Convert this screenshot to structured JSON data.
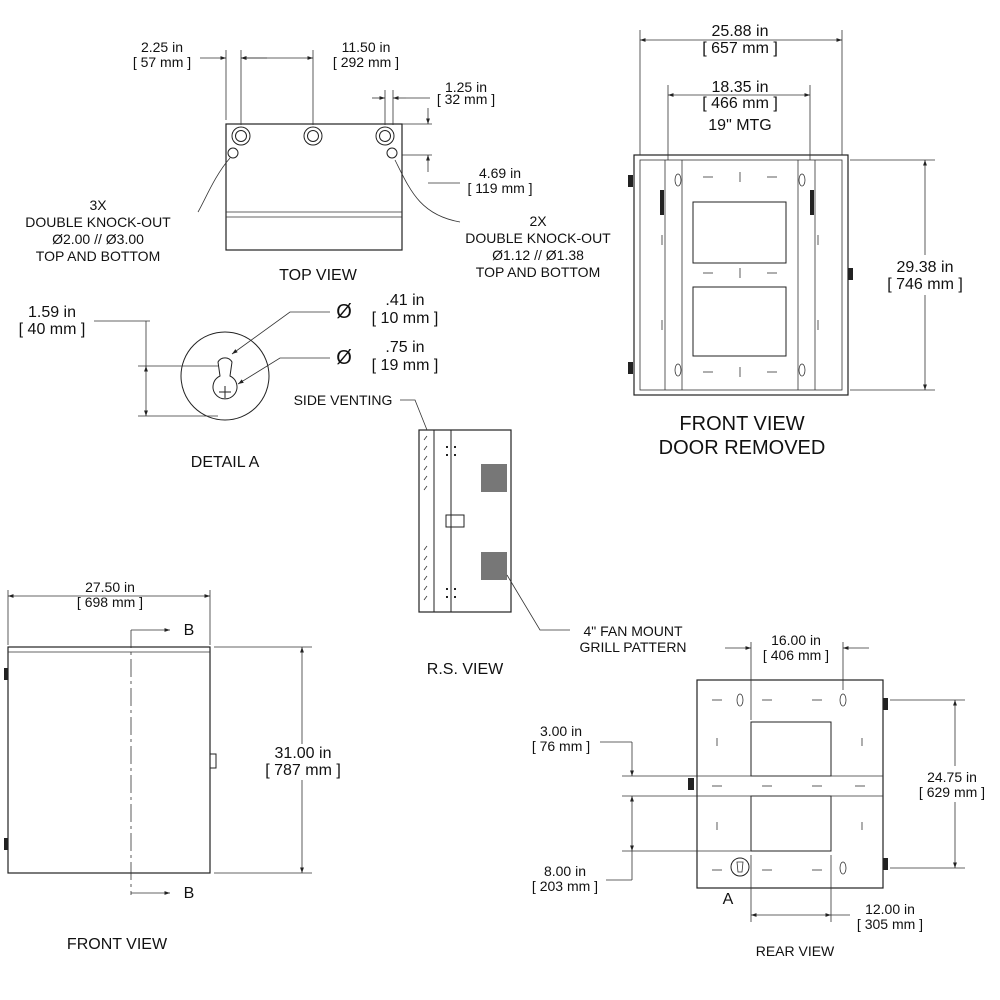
{
  "top_view": {
    "title": "TOP VIEW",
    "dim_left_in": "2.25 in",
    "dim_left_mm": "[ 57 mm ]",
    "dim_mid_in": "11.50 in",
    "dim_mid_mm": "[ 292 mm ]",
    "dim_right_in": "1.25 in",
    "dim_right_mm": "[ 32 mm ]",
    "dim_depth_in": "4.69 in",
    "dim_depth_mm": "[ 119 mm ]",
    "note_left": [
      "3X",
      "DOUBLE KNOCK-OUT",
      "Ø2.00 // Ø3.00",
      "TOP AND BOTTOM"
    ],
    "note_right": [
      "2X",
      "DOUBLE KNOCK-OUT",
      "Ø1.12 // Ø1.38",
      "TOP AND BOTTOM"
    ]
  },
  "front_view_door_removed": {
    "title_line1": "FRONT VIEW",
    "title_line2": "DOOR REMOVED",
    "dim_width_in": "25.88 in",
    "dim_width_mm": "[ 657 mm ]",
    "dim_mtg_in": "18.35 in",
    "dim_mtg_mm": "[ 466 mm ]",
    "mtg_label": "19\" MTG",
    "dim_height_in": "29.38 in",
    "dim_height_mm": "[ 746 mm ]"
  },
  "detail_a": {
    "title": "DETAIL A",
    "dim_in": "1.59 in",
    "dim_mm": "[ 40 mm ]",
    "dia1_symbol": "Ø",
    "dia1_in": ".41 in",
    "dia1_mm": "[ 10 mm ]",
    "dia2_symbol": "Ø",
    "dia2_in": ".75 in",
    "dia2_mm": "[ 19 mm ]"
  },
  "rs_view": {
    "title": "R.S. VIEW",
    "side_venting": "SIDE VENTING",
    "fan_line1": "4\" FAN MOUNT",
    "fan_line2": "GRILL PATTERN"
  },
  "front_view": {
    "title": "FRONT VIEW",
    "dim_width_in": "27.50 in",
    "dim_width_mm": "[ 698 mm ]",
    "dim_height_in": "31.00 in",
    "dim_height_mm": "[ 787 mm ]",
    "section_label": "B"
  },
  "rear_view": {
    "title": "REAR VIEW",
    "dim_top_in": "16.00 in",
    "dim_top_mm": "[ 406 mm ]",
    "dim_left1_in": "3.00 in",
    "dim_left1_mm": "[ 76 mm ]",
    "dim_left2_in": "8.00 in",
    "dim_left2_mm": "[ 203 mm ]",
    "dim_right_in": "24.75 in",
    "dim_right_mm": "[ 629 mm ]",
    "dim_bottom_in": "12.00 in",
    "dim_bottom_mm": "[ 305 mm ]",
    "detail_marker": "A"
  }
}
